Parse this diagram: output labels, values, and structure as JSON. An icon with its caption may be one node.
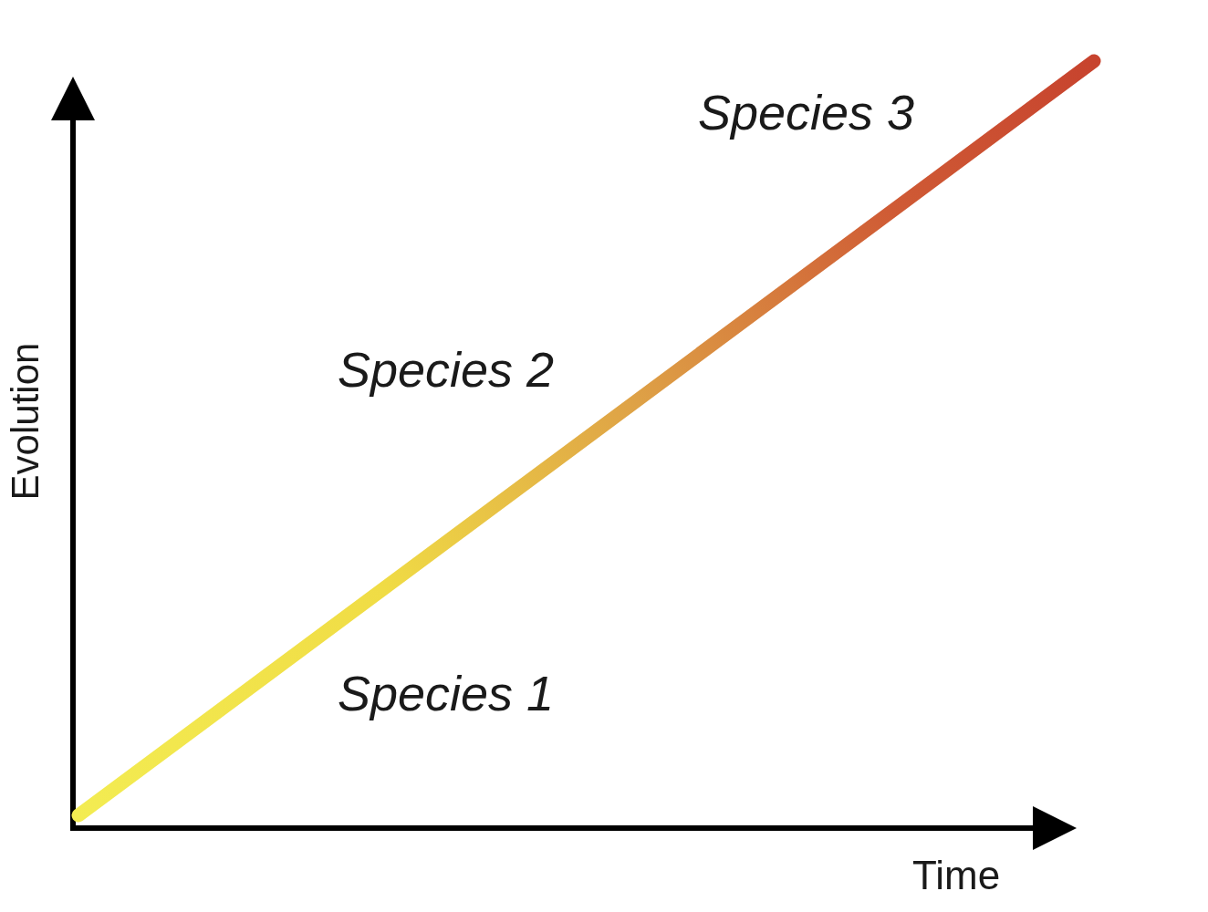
{
  "diagram": {
    "labels": [
      "Species 3",
      "Species 2",
      "Evolution",
      "Species 1",
      "Time"
    ]
  }
}
